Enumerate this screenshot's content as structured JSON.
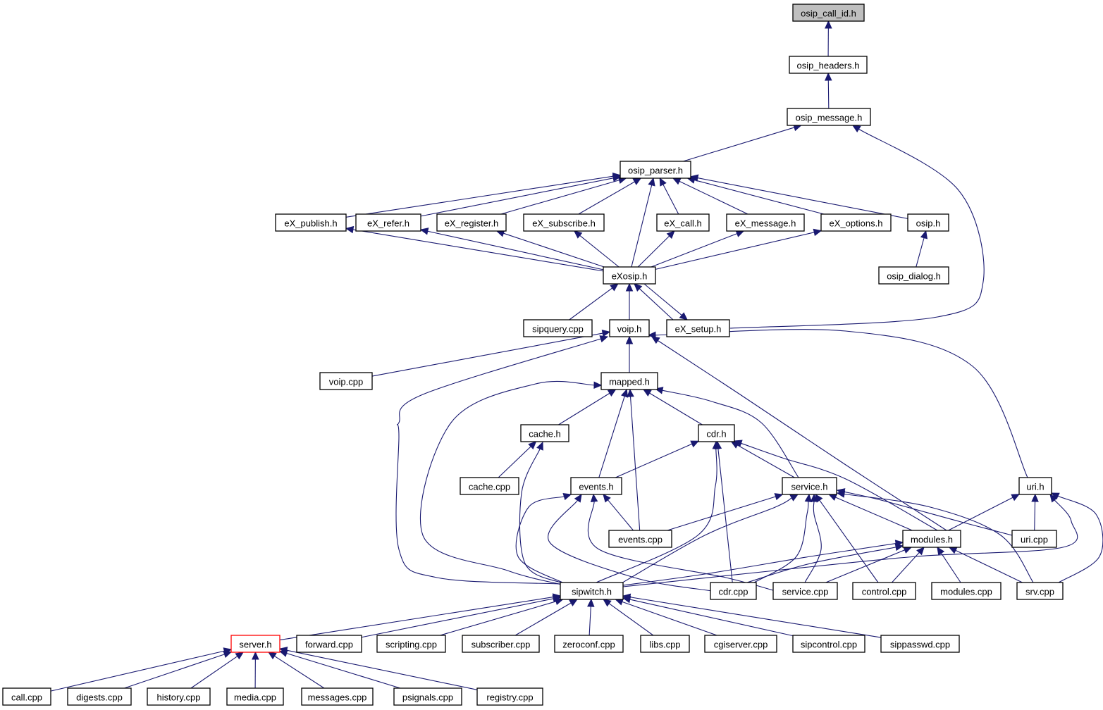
{
  "title": "osip_call_id.h include dependency graph",
  "colors": {
    "edge": "#191970",
    "node_border": "#000000",
    "root_fill": "#bfbfbf",
    "highlight_border": "#ff0000"
  },
  "nodes": [
    {
      "id": "osip_call_id",
      "label": "osip_call_id.h",
      "root": true
    },
    {
      "id": "osip_headers",
      "label": "osip_headers.h"
    },
    {
      "id": "osip_message",
      "label": "osip_message.h"
    },
    {
      "id": "osip_parser",
      "label": "osip_parser.h"
    },
    {
      "id": "eX_publish",
      "label": "eX_publish.h"
    },
    {
      "id": "eX_refer",
      "label": "eX_refer.h"
    },
    {
      "id": "eX_register",
      "label": "eX_register.h"
    },
    {
      "id": "eX_subscribe",
      "label": "eX_subscribe.h"
    },
    {
      "id": "eX_call",
      "label": "eX_call.h"
    },
    {
      "id": "eX_message",
      "label": "eX_message.h"
    },
    {
      "id": "eX_options",
      "label": "eX_options.h"
    },
    {
      "id": "osip",
      "label": "osip.h"
    },
    {
      "id": "eXosip",
      "label": "eXosip.h"
    },
    {
      "id": "osip_dialog",
      "label": "osip_dialog.h"
    },
    {
      "id": "sipquery_cpp",
      "label": "sipquery.cpp"
    },
    {
      "id": "voip",
      "label": "voip.h"
    },
    {
      "id": "eX_setup",
      "label": "eX_setup.h"
    },
    {
      "id": "voip_cpp",
      "label": "voip.cpp"
    },
    {
      "id": "mapped",
      "label": "mapped.h"
    },
    {
      "id": "cache",
      "label": "cache.h"
    },
    {
      "id": "cdr",
      "label": "cdr.h"
    },
    {
      "id": "cache_cpp",
      "label": "cache.cpp"
    },
    {
      "id": "events",
      "label": "events.h"
    },
    {
      "id": "service",
      "label": "service.h"
    },
    {
      "id": "uri",
      "label": "uri.h"
    },
    {
      "id": "events_cpp",
      "label": "events.cpp"
    },
    {
      "id": "modules",
      "label": "modules.h"
    },
    {
      "id": "uri_cpp",
      "label": "uri.cpp"
    },
    {
      "id": "sipwitch",
      "label": "sipwitch.h"
    },
    {
      "id": "cdr_cpp",
      "label": "cdr.cpp"
    },
    {
      "id": "service_cpp",
      "label": "service.cpp"
    },
    {
      "id": "control_cpp",
      "label": "control.cpp"
    },
    {
      "id": "modules_cpp",
      "label": "modules.cpp"
    },
    {
      "id": "srv_cpp",
      "label": "srv.cpp"
    },
    {
      "id": "server",
      "label": "server.h",
      "highlight": true
    },
    {
      "id": "forward_cpp",
      "label": "forward.cpp"
    },
    {
      "id": "scripting_cpp",
      "label": "scripting.cpp"
    },
    {
      "id": "subscriber_cpp",
      "label": "subscriber.cpp"
    },
    {
      "id": "zeroconf_cpp",
      "label": "zeroconf.cpp"
    },
    {
      "id": "libs_cpp",
      "label": "libs.cpp"
    },
    {
      "id": "cgiserver_cpp",
      "label": "cgiserver.cpp"
    },
    {
      "id": "sipcontrol_cpp",
      "label": "sipcontrol.cpp"
    },
    {
      "id": "sippasswd_cpp",
      "label": "sippasswd.cpp"
    },
    {
      "id": "call_cpp",
      "label": "call.cpp"
    },
    {
      "id": "digests_cpp",
      "label": "digests.cpp"
    },
    {
      "id": "history_cpp",
      "label": "history.cpp"
    },
    {
      "id": "media_cpp",
      "label": "media.cpp"
    },
    {
      "id": "messages_cpp",
      "label": "messages.cpp"
    },
    {
      "id": "psignals_cpp",
      "label": "psignals.cpp"
    },
    {
      "id": "registry_cpp",
      "label": "registry.cpp"
    }
  ],
  "edges": [
    {
      "from": "osip_headers",
      "to": "osip_call_id"
    },
    {
      "from": "osip_message",
      "to": "osip_headers"
    },
    {
      "from": "osip_parser",
      "to": "osip_message"
    },
    {
      "from": "eX_setup",
      "to": "osip_message"
    },
    {
      "from": "eX_publish",
      "to": "osip_parser"
    },
    {
      "from": "eX_refer",
      "to": "osip_parser"
    },
    {
      "from": "eX_register",
      "to": "osip_parser"
    },
    {
      "from": "eX_subscribe",
      "to": "osip_parser"
    },
    {
      "from": "eX_call",
      "to": "osip_parser"
    },
    {
      "from": "eX_message",
      "to": "osip_parser"
    },
    {
      "from": "eX_options",
      "to": "osip_parser"
    },
    {
      "from": "osip",
      "to": "osip_parser"
    },
    {
      "from": "eXosip",
      "to": "osip_parser"
    },
    {
      "from": "osip_dialog",
      "to": "osip"
    },
    {
      "from": "eXosip",
      "to": "eX_publish"
    },
    {
      "from": "eXosip",
      "to": "eX_refer"
    },
    {
      "from": "eXosip",
      "to": "eX_register"
    },
    {
      "from": "eXosip",
      "to": "eX_subscribe"
    },
    {
      "from": "eXosip",
      "to": "eX_call"
    },
    {
      "from": "eXosip",
      "to": "eX_message"
    },
    {
      "from": "eXosip",
      "to": "eX_options"
    },
    {
      "from": "sipquery_cpp",
      "to": "eXosip"
    },
    {
      "from": "voip",
      "to": "eXosip"
    },
    {
      "from": "eX_setup",
      "to": "eXosip"
    },
    {
      "from": "eXosip",
      "to": "eX_setup"
    },
    {
      "from": "voip_cpp",
      "to": "voip"
    },
    {
      "from": "mapped",
      "to": "voip"
    },
    {
      "from": "sipwitch",
      "to": "voip"
    },
    {
      "from": "modules",
      "to": "voip"
    },
    {
      "from": "uri",
      "to": "voip"
    },
    {
      "from": "cache",
      "to": "mapped"
    },
    {
      "from": "cdr",
      "to": "mapped"
    },
    {
      "from": "events",
      "to": "mapped"
    },
    {
      "from": "events_cpp",
      "to": "mapped"
    },
    {
      "from": "service",
      "to": "mapped"
    },
    {
      "from": "sipwitch",
      "to": "mapped"
    },
    {
      "from": "cache_cpp",
      "to": "cache"
    },
    {
      "from": "sipwitch",
      "to": "cache"
    },
    {
      "from": "events",
      "to": "cdr"
    },
    {
      "from": "service",
      "to": "cdr"
    },
    {
      "from": "modules",
      "to": "cdr"
    },
    {
      "from": "sipwitch",
      "to": "cdr"
    },
    {
      "from": "cdr_cpp",
      "to": "cdr"
    },
    {
      "from": "events_cpp",
      "to": "events"
    },
    {
      "from": "sipwitch",
      "to": "events"
    },
    {
      "from": "cdr_cpp",
      "to": "events"
    },
    {
      "from": "service_cpp",
      "to": "events"
    },
    {
      "from": "events_cpp",
      "to": "service"
    },
    {
      "from": "sipwitch",
      "to": "service"
    },
    {
      "from": "cdr_cpp",
      "to": "service"
    },
    {
      "from": "service_cpp",
      "to": "service"
    },
    {
      "from": "control_cpp",
      "to": "service"
    },
    {
      "from": "modules",
      "to": "service"
    },
    {
      "from": "uri_cpp",
      "to": "service"
    },
    {
      "from": "srv_cpp",
      "to": "service"
    },
    {
      "from": "modules",
      "to": "uri"
    },
    {
      "from": "uri_cpp",
      "to": "uri"
    },
    {
      "from": "sipwitch",
      "to": "uri"
    },
    {
      "from": "srv_cpp",
      "to": "uri"
    },
    {
      "from": "sipwitch",
      "to": "modules"
    },
    {
      "from": "cdr_cpp",
      "to": "modules"
    },
    {
      "from": "service_cpp",
      "to": "modules"
    },
    {
      "from": "control_cpp",
      "to": "modules"
    },
    {
      "from": "modules_cpp",
      "to": "modules"
    },
    {
      "from": "srv_cpp",
      "to": "modules"
    },
    {
      "from": "server",
      "to": "sipwitch"
    },
    {
      "from": "forward_cpp",
      "to": "sipwitch"
    },
    {
      "from": "scripting_cpp",
      "to": "sipwitch"
    },
    {
      "from": "subscriber_cpp",
      "to": "sipwitch"
    },
    {
      "from": "zeroconf_cpp",
      "to": "sipwitch"
    },
    {
      "from": "libs_cpp",
      "to": "sipwitch"
    },
    {
      "from": "cgiserver_cpp",
      "to": "sipwitch"
    },
    {
      "from": "sipcontrol_cpp",
      "to": "sipwitch"
    },
    {
      "from": "sippasswd_cpp",
      "to": "sipwitch"
    },
    {
      "from": "call_cpp",
      "to": "server"
    },
    {
      "from": "digests_cpp",
      "to": "server"
    },
    {
      "from": "history_cpp",
      "to": "server"
    },
    {
      "from": "media_cpp",
      "to": "server"
    },
    {
      "from": "messages_cpp",
      "to": "server"
    },
    {
      "from": "psignals_cpp",
      "to": "server"
    },
    {
      "from": "registry_cpp",
      "to": "server"
    }
  ]
}
